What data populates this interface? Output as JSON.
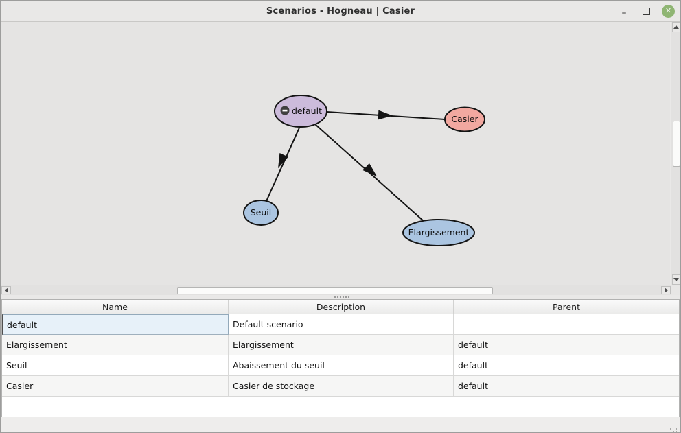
{
  "window": {
    "title": "Scenarios - Hogneau | Casier",
    "controls": {
      "minimize": "–",
      "close": "✕"
    }
  },
  "colors": {
    "close_button_green": "#8fb573",
    "graph_background": "#e5e4e3",
    "node_default_fill": "#ccbbdb",
    "node_casier_fill": "#f2a8a0",
    "node_child_fill": "#abc5e1",
    "node_stroke": "#141414",
    "edge_color": "#141414",
    "selected_cell_bg": "#e7f1f9"
  },
  "graph": {
    "nodes": [
      {
        "id": "default",
        "label": "default",
        "icon": "minus-circle-icon",
        "fill_key": "node_default_fill"
      },
      {
        "id": "casier",
        "label": "Casier",
        "fill_key": "node_casier_fill"
      },
      {
        "id": "seuil",
        "label": "Seuil",
        "fill_key": "node_child_fill"
      },
      {
        "id": "elargissement",
        "label": "Elargissement",
        "fill_key": "node_child_fill"
      }
    ],
    "edges": [
      {
        "from": "default",
        "to": "Casier"
      },
      {
        "from": "default",
        "to": "Seuil"
      },
      {
        "from": "default",
        "to": "Elargissement"
      }
    ]
  },
  "table": {
    "columns": [
      "Name",
      "Description",
      "Parent"
    ],
    "rows": [
      {
        "name": "default",
        "description": "Default scenario",
        "parent": "",
        "selected": true
      },
      {
        "name": "Elargissement",
        "description": "Elargissement",
        "parent": "default",
        "selected": false
      },
      {
        "name": "Seuil",
        "description": "Abaissement du seuil",
        "parent": "default",
        "selected": false
      },
      {
        "name": "Casier",
        "description": "Casier de stockage",
        "parent": "default",
        "selected": false
      }
    ]
  }
}
